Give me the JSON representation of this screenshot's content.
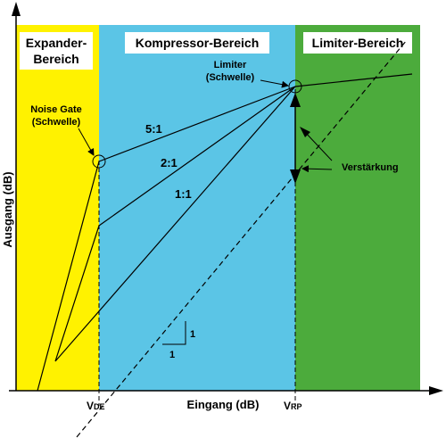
{
  "zones": {
    "expander_line1": "Expander-",
    "expander_line2": "Bereich",
    "compressor": "Kompressor-Bereich",
    "limiter": "Limiter-Bereich"
  },
  "labels": {
    "limiter_line1": "Limiter",
    "limiter_line2": "(Schwelle)",
    "noise_gate_line1": "Noise Gate",
    "noise_gate_line2": "(Schwelle)",
    "gain": "Verstärkung",
    "ratio_5_1": "5:1",
    "ratio_2_1": "2:1",
    "ratio_1_1": "1:1",
    "slope_rise": "1",
    "slope_run": "1"
  },
  "axes": {
    "x_label": "Eingang (dB)",
    "y_label": "Ausgang (dB)",
    "x_tick_1_main": "V",
    "x_tick_1_sub": "DE",
    "x_tick_2_main": "V",
    "x_tick_2_sub": "RP"
  },
  "colors": {
    "expander_zone": "#fff200",
    "compressor_zone": "#5bc5e6",
    "limiter_zone": "#4cab3c"
  }
}
